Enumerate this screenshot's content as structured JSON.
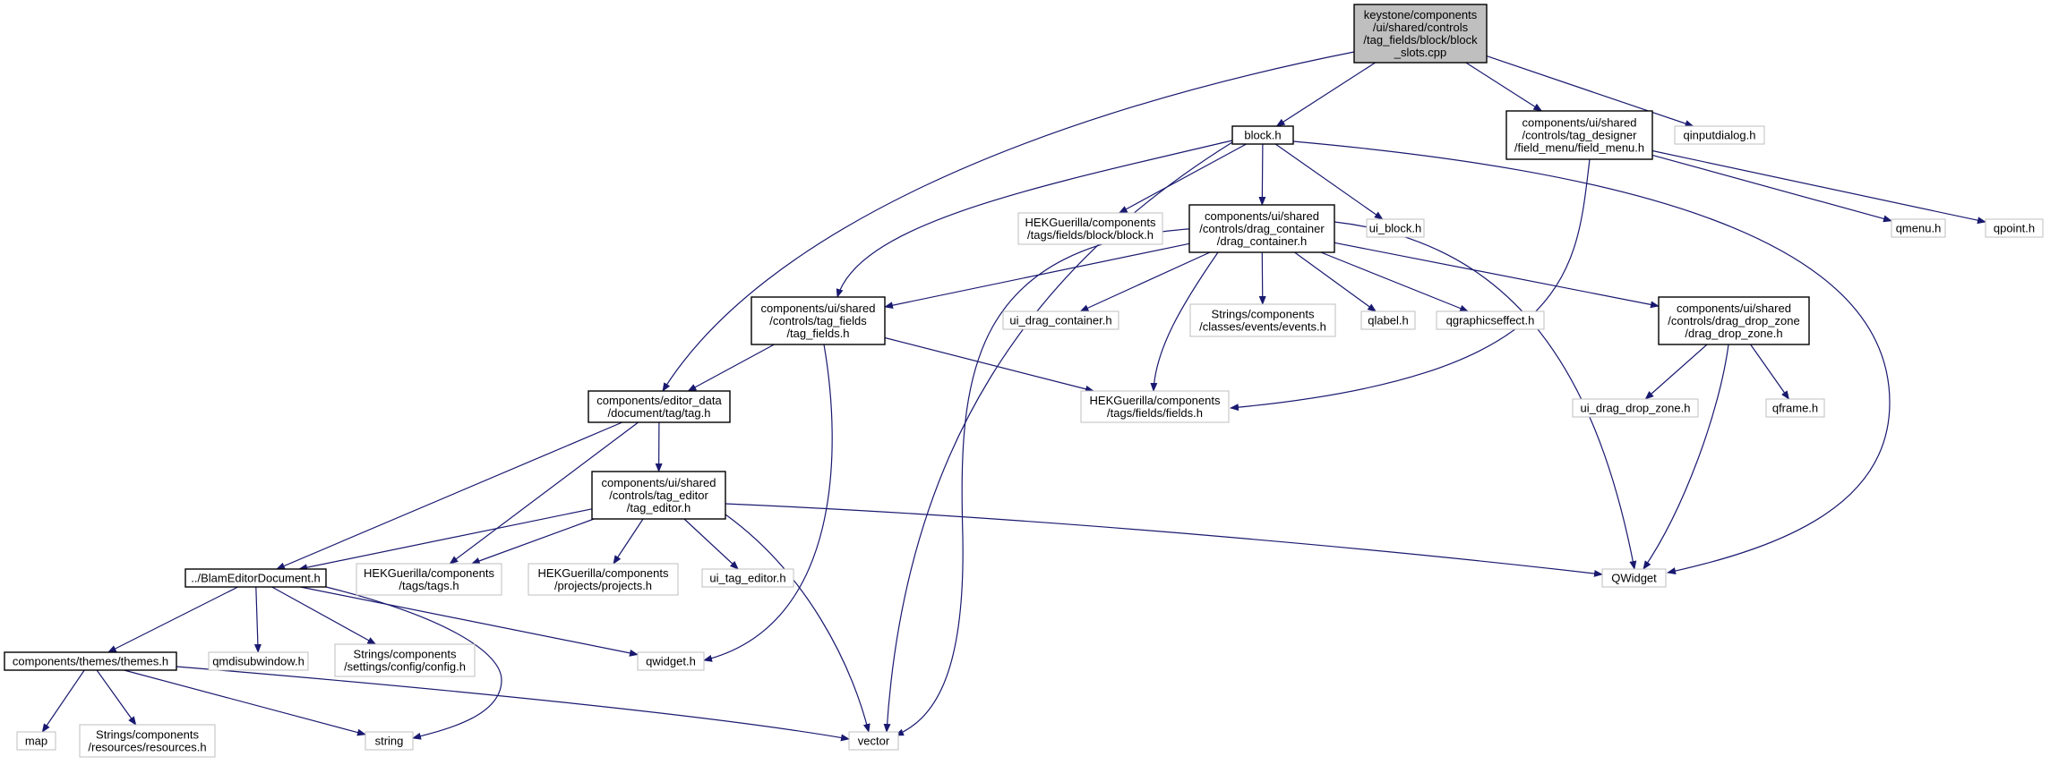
{
  "graph": {
    "nodes": [
      {
        "id": "root",
        "lines": [
          "keystone/components",
          "/ui/shared/controls",
          "/tag_fields/block/block",
          "_slots.cpp"
        ],
        "kind": "root"
      },
      {
        "id": "block_h",
        "lines": [
          "block.h"
        ],
        "kind": "documented"
      },
      {
        "id": "field_menu_h",
        "lines": [
          "components/ui/shared",
          "/controls/tag_designer",
          "/field_menu/field_menu.h"
        ],
        "kind": "documented"
      },
      {
        "id": "qinputdialog_h",
        "lines": [
          "qinputdialog.h"
        ],
        "kind": "external"
      },
      {
        "id": "hek_block_h",
        "lines": [
          "HEKGuerilla/components",
          "/tags/fields/block/block.h"
        ],
        "kind": "external"
      },
      {
        "id": "drag_container_h",
        "lines": [
          "components/ui/shared",
          "/controls/drag_container",
          "/drag_container.h"
        ],
        "kind": "documented"
      },
      {
        "id": "ui_block_h",
        "lines": [
          "ui_block.h"
        ],
        "kind": "external"
      },
      {
        "id": "qmenu_h",
        "lines": [
          "qmenu.h"
        ],
        "kind": "external"
      },
      {
        "id": "qpoint_h",
        "lines": [
          "qpoint.h"
        ],
        "kind": "external"
      },
      {
        "id": "tag_fields_h",
        "lines": [
          "components/ui/shared",
          "/controls/tag_fields",
          "/tag_fields.h"
        ],
        "kind": "documented"
      },
      {
        "id": "ui_drag_container_h",
        "lines": [
          "ui_drag_container.h"
        ],
        "kind": "external"
      },
      {
        "id": "events_h",
        "lines": [
          "Strings/components",
          "/classes/events/events.h"
        ],
        "kind": "external"
      },
      {
        "id": "qlabel_h",
        "lines": [
          "qlabel.h"
        ],
        "kind": "external"
      },
      {
        "id": "qgraphicseffect_h",
        "lines": [
          "qgraphicseffect.h"
        ],
        "kind": "external"
      },
      {
        "id": "drag_drop_zone_h",
        "lines": [
          "components/ui/shared",
          "/controls/drag_drop_zone",
          "/drag_drop_zone.h"
        ],
        "kind": "documented"
      },
      {
        "id": "tag_h",
        "lines": [
          "components/editor_data",
          "/document/tag/tag.h"
        ],
        "kind": "documented"
      },
      {
        "id": "fields_h",
        "lines": [
          "HEKGuerilla/components",
          "/tags/fields/fields.h"
        ],
        "kind": "external"
      },
      {
        "id": "ui_drag_drop_zone_h",
        "lines": [
          "ui_drag_drop_zone.h"
        ],
        "kind": "external"
      },
      {
        "id": "qframe_h",
        "lines": [
          "qframe.h"
        ],
        "kind": "external"
      },
      {
        "id": "tag_editor_h",
        "lines": [
          "components/ui/shared",
          "/controls/tag_editor",
          "/tag_editor.h"
        ],
        "kind": "documented"
      },
      {
        "id": "blam_editor_h",
        "lines": [
          "../BlamEditorDocument.h"
        ],
        "kind": "documented"
      },
      {
        "id": "tags_h",
        "lines": [
          "HEKGuerilla/components",
          "/tags/tags.h"
        ],
        "kind": "external"
      },
      {
        "id": "projects_h",
        "lines": [
          "HEKGuerilla/components",
          "/projects/projects.h"
        ],
        "kind": "external"
      },
      {
        "id": "ui_tag_editor_h",
        "lines": [
          "ui_tag_editor.h"
        ],
        "kind": "external"
      },
      {
        "id": "qwidget_cap",
        "lines": [
          "QWidget"
        ],
        "kind": "external"
      },
      {
        "id": "themes_h",
        "lines": [
          "components/themes/themes.h"
        ],
        "kind": "documented"
      },
      {
        "id": "qmdisubwindow_h",
        "lines": [
          "qmdisubwindow.h"
        ],
        "kind": "external"
      },
      {
        "id": "config_h",
        "lines": [
          "Strings/components",
          "/settings/config/config.h"
        ],
        "kind": "external"
      },
      {
        "id": "qwidget_h",
        "lines": [
          "qwidget.h"
        ],
        "kind": "external"
      },
      {
        "id": "map",
        "lines": [
          "map"
        ],
        "kind": "external"
      },
      {
        "id": "resources_h",
        "lines": [
          "Strings/components",
          "/resources/resources.h"
        ],
        "kind": "external"
      },
      {
        "id": "string",
        "lines": [
          "string"
        ],
        "kind": "external"
      },
      {
        "id": "vector",
        "lines": [
          "vector"
        ],
        "kind": "external"
      }
    ],
    "edges": [
      {
        "from": "root",
        "to": "tag_h"
      },
      {
        "from": "root",
        "to": "block_h"
      },
      {
        "from": "root",
        "to": "field_menu_h"
      },
      {
        "from": "root",
        "to": "qinputdialog_h"
      },
      {
        "from": "block_h",
        "to": "tag_fields_h"
      },
      {
        "from": "block_h",
        "to": "vector"
      },
      {
        "from": "block_h",
        "to": "hek_block_h"
      },
      {
        "from": "block_h",
        "to": "drag_container_h"
      },
      {
        "from": "block_h",
        "to": "ui_block_h"
      },
      {
        "from": "block_h",
        "to": "qwidget_cap"
      },
      {
        "from": "field_menu_h",
        "to": "fields_h"
      },
      {
        "from": "field_menu_h",
        "to": "qmenu_h"
      },
      {
        "from": "field_menu_h",
        "to": "qpoint_h"
      },
      {
        "from": "drag_container_h",
        "to": "tag_fields_h"
      },
      {
        "from": "drag_container_h",
        "to": "vector"
      },
      {
        "from": "drag_container_h",
        "to": "ui_drag_container_h"
      },
      {
        "from": "drag_container_h",
        "to": "events_h"
      },
      {
        "from": "drag_container_h",
        "to": "qlabel_h"
      },
      {
        "from": "drag_container_h",
        "to": "qgraphicseffect_h"
      },
      {
        "from": "drag_container_h",
        "to": "drag_drop_zone_h"
      },
      {
        "from": "drag_container_h",
        "to": "fields_h"
      },
      {
        "from": "drag_container_h",
        "to": "qwidget_cap"
      },
      {
        "from": "tag_fields_h",
        "to": "tag_h"
      },
      {
        "from": "tag_fields_h",
        "to": "fields_h"
      },
      {
        "from": "tag_fields_h",
        "to": "qwidget_h"
      },
      {
        "from": "drag_drop_zone_h",
        "to": "ui_drag_drop_zone_h"
      },
      {
        "from": "drag_drop_zone_h",
        "to": "qframe_h"
      },
      {
        "from": "drag_drop_zone_h",
        "to": "qwidget_cap"
      },
      {
        "from": "tag_h",
        "to": "tag_editor_h"
      },
      {
        "from": "tag_h",
        "to": "blam_editor_h"
      },
      {
        "from": "tag_h",
        "to": "tags_h"
      },
      {
        "from": "tag_editor_h",
        "to": "blam_editor_h"
      },
      {
        "from": "tag_editor_h",
        "to": "tags_h"
      },
      {
        "from": "tag_editor_h",
        "to": "projects_h"
      },
      {
        "from": "tag_editor_h",
        "to": "ui_tag_editor_h"
      },
      {
        "from": "tag_editor_h",
        "to": "qwidget_cap"
      },
      {
        "from": "tag_editor_h",
        "to": "vector"
      },
      {
        "from": "blam_editor_h",
        "to": "themes_h"
      },
      {
        "from": "blam_editor_h",
        "to": "qmdisubwindow_h"
      },
      {
        "from": "blam_editor_h",
        "to": "config_h"
      },
      {
        "from": "blam_editor_h",
        "to": "qwidget_h"
      },
      {
        "from": "blam_editor_h",
        "to": "string"
      },
      {
        "from": "themes_h",
        "to": "map"
      },
      {
        "from": "themes_h",
        "to": "resources_h"
      },
      {
        "from": "themes_h",
        "to": "string"
      },
      {
        "from": "themes_h",
        "to": "vector"
      }
    ],
    "colors": {
      "edge": "#191970",
      "root_fill": "#bfbfbf",
      "documented_border": "#000000",
      "external_border": "#bfbfbf"
    }
  }
}
